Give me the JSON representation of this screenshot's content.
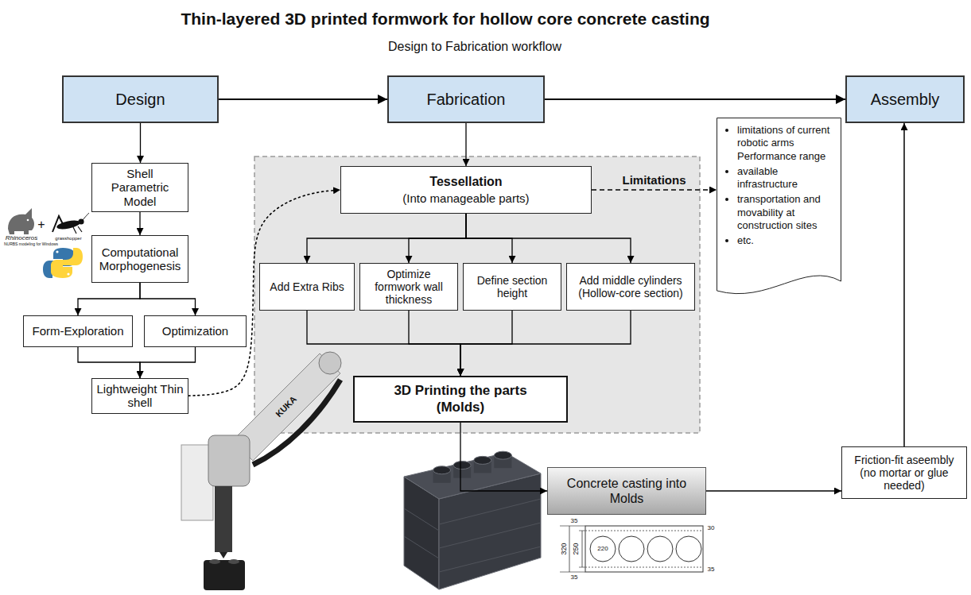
{
  "diagram": {
    "title": "Thin-layered 3D printed formwork for hollow core concrete casting",
    "nodes": [
      {
        "text": [
          "Design"
        ]
      },
      {
        "text": [
          "Fabrication"
        ]
      },
      {
        "text": [
          "Assembly"
        ]
      },
      {
        "text": [
          "Shell Parametric Model"
        ]
      },
      {
        "text": [
          "Computational Morphogenesis"
        ]
      },
      {
        "text": [
          "Form-Exploration"
        ]
      },
      {
        "text": [
          "Optimization"
        ]
      },
      {
        "text": [
          "Lightweight Thin shell"
        ]
      },
      {
        "text": [
          "Tessellation",
          "(Into manageable parts)"
        ]
      },
      {
        "text": [
          "Add Extra Ribs"
        ]
      },
      {
        "text": [
          "Optimize formwork wall thickness"
        ]
      },
      {
        "text": [
          "Define section height"
        ]
      },
      {
        "text": [
          "Add middle cylinders (Hollow-core section)"
        ]
      },
      {
        "text": [
          "3D Printing the parts (Molds)"
        ]
      },
      {
        "text": [
          "limitations of current robotic arms Performance range",
          "available infrastructure",
          "transportation and movability at construction sites",
          "etc."
        ]
      },
      {
        "text": [
          "Concrete casting into Molds"
        ]
      },
      {
        "text": [
          "Friction-fit aseembly (no mortar or glue needed)"
        ]
      }
    ],
    "edges": [
      {
        "from": 0,
        "to": 1,
        "arrow": "to"
      },
      {
        "from": 1,
        "to": 2,
        "arrow": "to"
      },
      {
        "from": 0,
        "to": 3,
        "arrow": "to"
      },
      {
        "from": 3,
        "to": 4,
        "arrow": "to"
      },
      {
        "from": 4,
        "to": 5,
        "arrow": "to"
      },
      {
        "from": 4,
        "to": 6,
        "arrow": "to"
      },
      {
        "from": 5,
        "to": 7,
        "arrow": "to"
      },
      {
        "from": 6,
        "to": 7,
        "arrow": "to"
      },
      {
        "from": 7,
        "to": 8,
        "arrow": "to"
      },
      {
        "from": 1,
        "to": 8,
        "arrow": "to"
      },
      {
        "from": 8,
        "to": 14,
        "arrow": "to",
        "label": "Limitations"
      },
      {
        "from": 8,
        "to": 9,
        "arrow": "to"
      },
      {
        "from": 8,
        "to": 10,
        "arrow": "to"
      },
      {
        "from": 8,
        "to": 11,
        "arrow": "to"
      },
      {
        "from": 8,
        "to": 12,
        "arrow": "to"
      },
      {
        "from": 9,
        "to": 13,
        "arrow": "to"
      },
      {
        "from": 10,
        "to": 13,
        "arrow": "to"
      },
      {
        "from": 11,
        "to": 13,
        "arrow": "to"
      },
      {
        "from": 12,
        "to": 13,
        "arrow": "to"
      },
      {
        "from": 13,
        "to": 15,
        "arrow": "to"
      },
      {
        "from": 15,
        "to": 16,
        "arrow": "to"
      },
      {
        "from": 16,
        "to": 2,
        "arrow": "to"
      }
    ],
    "labels": [
      "Design to Fabrication workflow",
      "+",
      "Rhinoceros",
      "NURBS modeling for Windows",
      "grasshopper",
      "KUKA",
      "35",
      "320",
      "250",
      "220",
      "35",
      "30",
      "35"
    ]
  }
}
